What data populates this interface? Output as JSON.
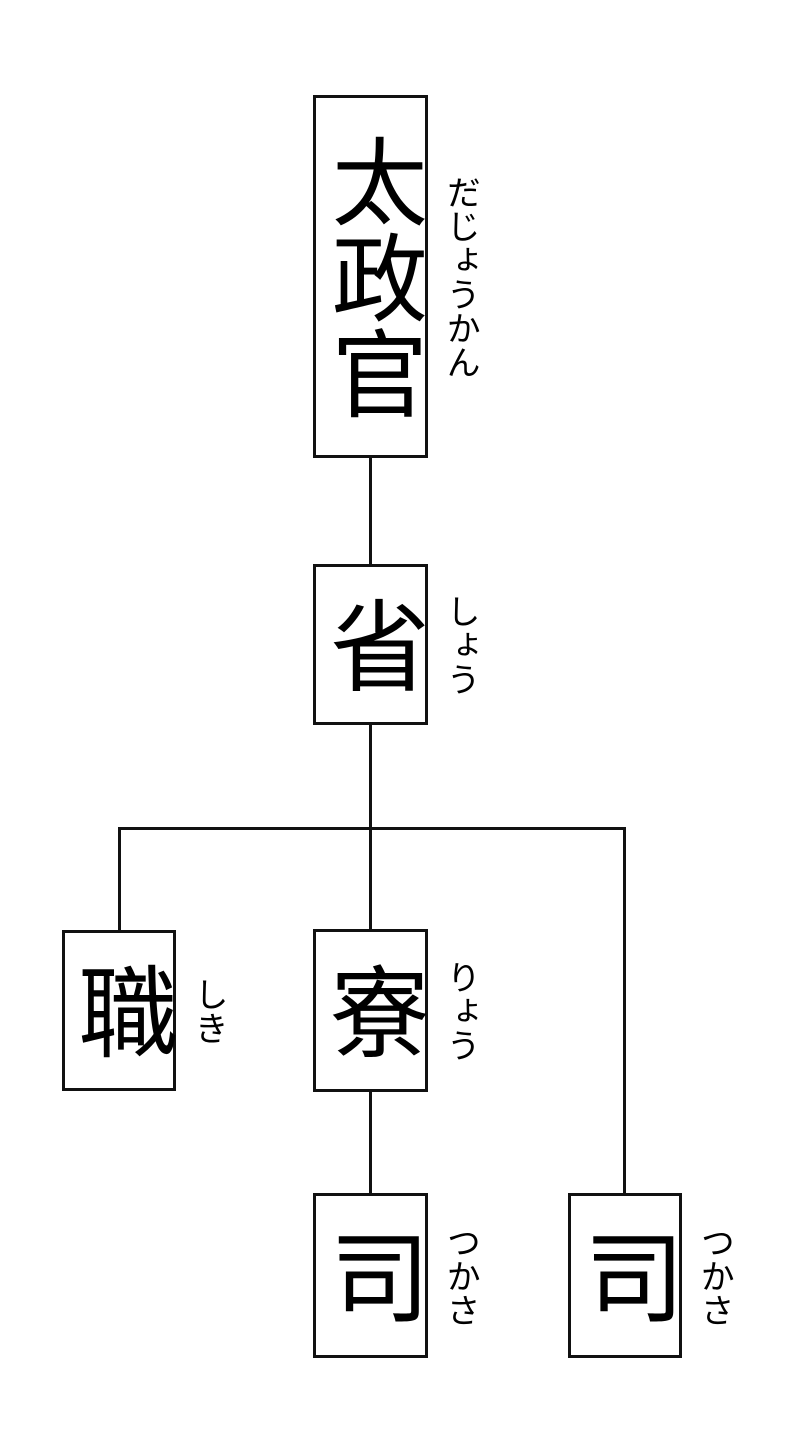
{
  "diagram": {
    "type": "org-chart",
    "description": "Ritsuryo government hierarchy chart with furigana readings",
    "background_color": "#ffffff",
    "line_color": "#111111",
    "text_color": "#000000",
    "nodes": [
      {
        "id": "daijokan",
        "kanji": "太政官",
        "furigana": "だじょうかん",
        "level": 1
      },
      {
        "id": "sho",
        "kanji": "省",
        "furigana": "しょう",
        "level": 2
      },
      {
        "id": "shiki",
        "kanji": "職",
        "furigana": "しき",
        "level": 3
      },
      {
        "id": "ryo",
        "kanji": "寮",
        "furigana": "りょう",
        "level": 3
      },
      {
        "id": "tsukasa-under-ryo",
        "kanji": "司",
        "furigana": "つかさ",
        "level": 4
      },
      {
        "id": "tsukasa-under-sho",
        "kanji": "司",
        "furigana": "つかさ",
        "level": 3
      }
    ],
    "edges": [
      {
        "from": "daijokan",
        "to": "sho"
      },
      {
        "from": "sho",
        "to": "shiki"
      },
      {
        "from": "sho",
        "to": "ryo"
      },
      {
        "from": "sho",
        "to": "tsukasa-under-sho"
      },
      {
        "from": "ryo",
        "to": "tsukasa-under-ryo"
      }
    ]
  }
}
